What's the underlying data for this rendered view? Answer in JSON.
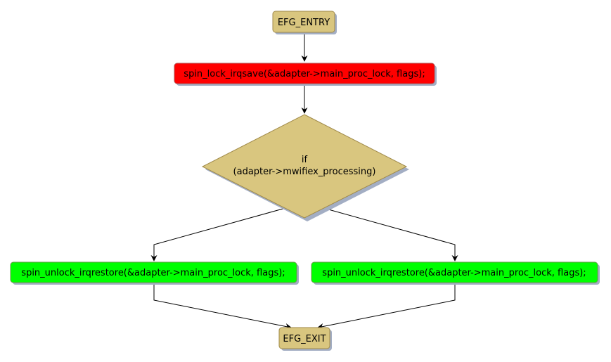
{
  "diagram": {
    "type": "flowchart",
    "colors": {
      "terminal": "#d9c67f",
      "lock": "#ff0000",
      "unlock": "#00ff00",
      "decision": "#d9c67f",
      "shadow": "#a3aec4",
      "edge": "#000000"
    },
    "nodes": {
      "entry": {
        "label": "EFG_ENTRY"
      },
      "lock": {
        "label": "spin_lock_irqsave(&adapter->main_proc_lock, flags);"
      },
      "decision": {
        "line1": "if",
        "line2": "(adapter->mwifiex_processing)"
      },
      "unlock_left": {
        "label": "spin_unlock_irqrestore(&adapter->main_proc_lock, flags);"
      },
      "unlock_right": {
        "label": "spin_unlock_irqrestore(&adapter->main_proc_lock, flags);"
      },
      "exit": {
        "label": "EFG_EXIT"
      }
    },
    "edges": [
      {
        "from": "entry",
        "to": "lock"
      },
      {
        "from": "lock",
        "to": "decision"
      },
      {
        "from": "decision",
        "to": "unlock_left"
      },
      {
        "from": "decision",
        "to": "unlock_right"
      },
      {
        "from": "unlock_left",
        "to": "exit"
      },
      {
        "from": "unlock_right",
        "to": "exit"
      }
    ]
  }
}
